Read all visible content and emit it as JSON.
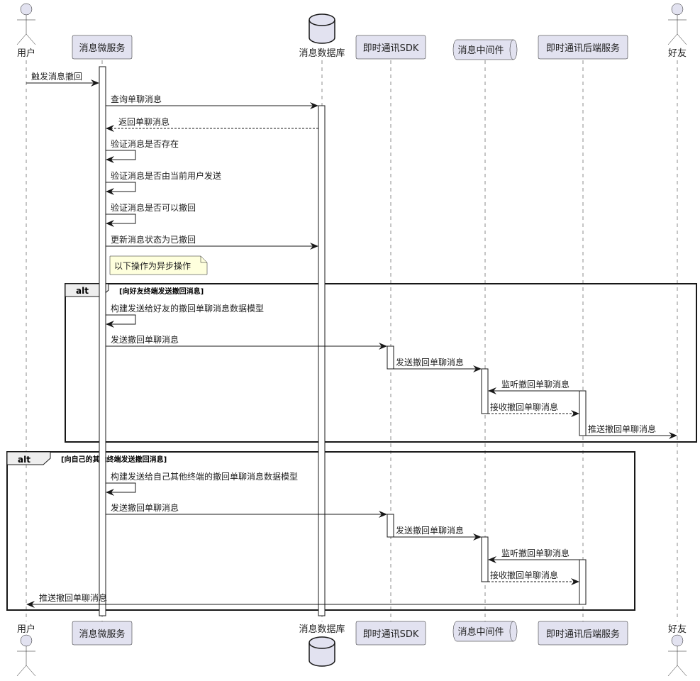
{
  "diagram": {
    "type": "sequence",
    "colors": {
      "participant_fill": "#E2E2F0",
      "participant_stroke": "#181818",
      "note_fill": "#FEFFDD",
      "alt_tab_fill": "#EEEEEE",
      "line": "#181818"
    },
    "participants": [
      {
        "id": "user",
        "label": "用户",
        "kind": "actor"
      },
      {
        "id": "msgsvc",
        "label": "消息微服务",
        "kind": "participant"
      },
      {
        "id": "db",
        "label": "消息数据库",
        "kind": "database"
      },
      {
        "id": "sdk",
        "label": "即时通讯SDK",
        "kind": "participant"
      },
      {
        "id": "mq",
        "label": "消息中间件",
        "kind": "queue"
      },
      {
        "id": "imsvc",
        "label": "即时通讯后端服务",
        "kind": "participant"
      },
      {
        "id": "friend",
        "label": "好友",
        "kind": "actor"
      }
    ],
    "messages": [
      {
        "from": "user",
        "to": "msgsvc",
        "label": "触发消息撤回",
        "style": "solid"
      },
      {
        "from": "msgsvc",
        "to": "db",
        "label": "查询单聊消息",
        "style": "solid"
      },
      {
        "from": "db",
        "to": "msgsvc",
        "label": "返回单聊消息",
        "style": "dashed"
      },
      {
        "from": "msgsvc",
        "to": "msgsvc",
        "label": "验证消息是否存在",
        "style": "self"
      },
      {
        "from": "msgsvc",
        "to": "msgsvc",
        "label": "验证消息是否由当前用户发送",
        "style": "self"
      },
      {
        "from": "msgsvc",
        "to": "msgsvc",
        "label": "验证消息是否可以撤回",
        "style": "self"
      },
      {
        "from": "msgsvc",
        "to": "db",
        "label": "更新消息状态为已撤回",
        "style": "solid"
      }
    ],
    "note": {
      "over": "msgsvc",
      "text": "以下操作为异步操作"
    },
    "alt_blocks": [
      {
        "keyword": "alt",
        "guard": "[向好友终端发送撤回消息]",
        "messages": [
          {
            "from": "msgsvc",
            "to": "msgsvc",
            "label": "构建发送给好友的撤回单聊消息数据模型",
            "style": "self"
          },
          {
            "from": "msgsvc",
            "to": "sdk",
            "label": "发送撤回单聊消息",
            "style": "solid"
          },
          {
            "from": "sdk",
            "to": "mq",
            "label": "发送撤回单聊消息",
            "style": "solid"
          },
          {
            "from": "imsvc",
            "to": "mq",
            "label": "监听撤回单聊消息",
            "style": "solid"
          },
          {
            "from": "mq",
            "to": "imsvc",
            "label": "接收撤回单聊消息",
            "style": "dashed"
          },
          {
            "from": "imsvc",
            "to": "friend",
            "label": "推送撤回单聊消息",
            "style": "solid"
          }
        ]
      },
      {
        "keyword": "alt",
        "guard": "[向自己的其他终端发送撤回消息]",
        "messages": [
          {
            "from": "msgsvc",
            "to": "msgsvc",
            "label": "构建发送给自己其他终端的撤回单聊消息数据模型",
            "style": "self"
          },
          {
            "from": "msgsvc",
            "to": "sdk",
            "label": "发送撤回单聊消息",
            "style": "solid"
          },
          {
            "from": "sdk",
            "to": "mq",
            "label": "发送撤回单聊消息",
            "style": "solid"
          },
          {
            "from": "imsvc",
            "to": "mq",
            "label": "监听撤回单聊消息",
            "style": "solid"
          },
          {
            "from": "mq",
            "to": "imsvc",
            "label": "接收撤回单聊消息",
            "style": "dashed"
          },
          {
            "from": "imsvc",
            "to": "user",
            "label": "推送撤回单聊消息",
            "style": "solid"
          }
        ]
      }
    ]
  }
}
